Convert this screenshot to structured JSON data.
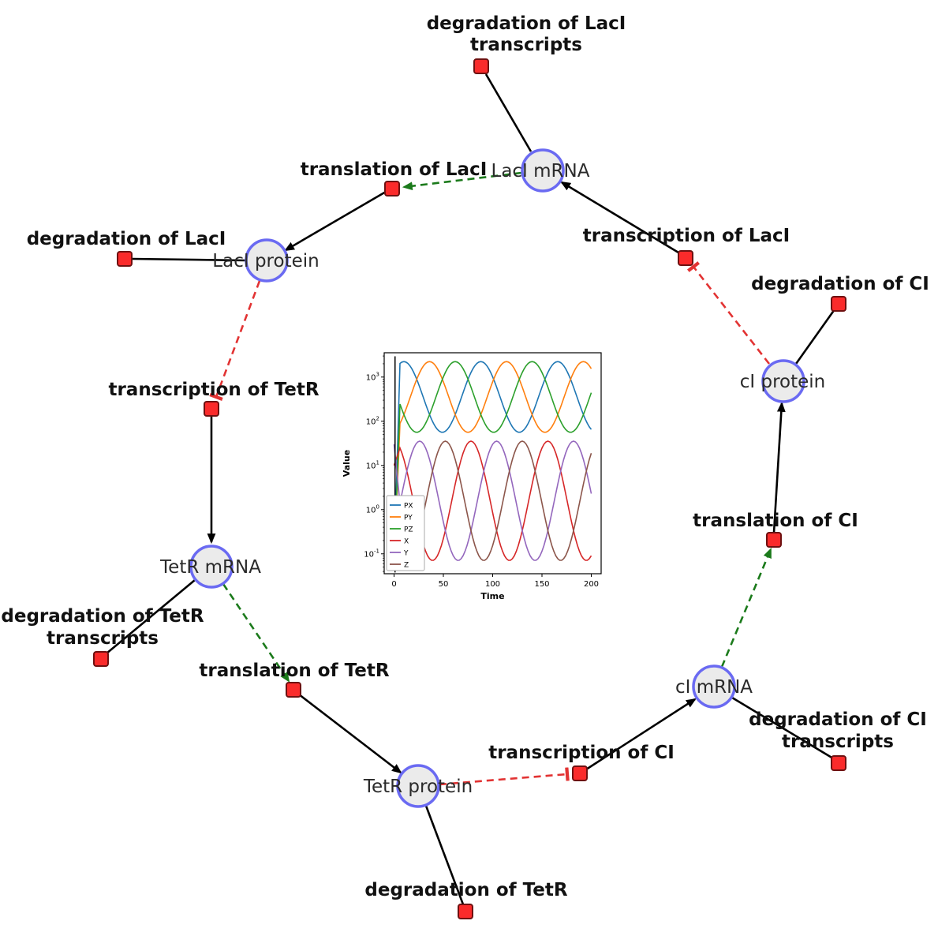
{
  "network": {
    "species": [
      {
        "id": "laci-mrna",
        "label": "LacI mRNA"
      },
      {
        "id": "laci-protein",
        "label": "LacI protein"
      },
      {
        "id": "tetr-mrna",
        "label": "TetR mRNA"
      },
      {
        "id": "tetr-protein",
        "label": "TetR protein"
      },
      {
        "id": "ci-mrna",
        "label": "cI mRNA"
      },
      {
        "id": "ci-protein",
        "label": "cI protein"
      }
    ],
    "reactions": [
      {
        "id": "degradation-laci-transcripts",
        "line1": "degradation of LacI",
        "line2": "transcripts"
      },
      {
        "id": "translation-laci",
        "line1": "translation of LacI"
      },
      {
        "id": "transcription-laci",
        "line1": "transcription of LacI"
      },
      {
        "id": "degradation-laci",
        "line1": "degradation of LacI"
      },
      {
        "id": "degradation-ci",
        "line1": "degradation of CI"
      },
      {
        "id": "transcription-tetr",
        "line1": "transcription of TetR"
      },
      {
        "id": "translation-ci",
        "line1": "translation of CI"
      },
      {
        "id": "degradation-tetr-transcripts",
        "line1": "degradation of TetR",
        "line2": "transcripts"
      },
      {
        "id": "translation-tetr",
        "line1": "translation of TetR"
      },
      {
        "id": "transcription-ci",
        "line1": "transcription of CI"
      },
      {
        "id": "degradation-ci-transcripts",
        "line1": "degradation of CI",
        "line2": "transcripts"
      },
      {
        "id": "degradation-tetr",
        "line1": "degradation of TetR"
      }
    ],
    "colors": {
      "species_fill": "#ebebeb",
      "species_stroke": "#6a6af2",
      "reaction_fill": "#fa2b2a",
      "reaction_stroke": "#6e1111",
      "edge": "#000000",
      "activation": "#1b7a1b",
      "inhibition": "#e23333"
    }
  },
  "chart_data": {
    "type": "line",
    "title": "",
    "xlabel": "Time",
    "ylabel": "Value",
    "xlim": [
      -10,
      210
    ],
    "x_ticks": [
      0,
      50,
      100,
      150,
      200
    ],
    "y_tick_exponents": [
      -1,
      0,
      1,
      2,
      3
    ],
    "log_ylim": [
      -1.45,
      3.55
    ],
    "yscale": "log",
    "grid": false,
    "legend_position": "lower left",
    "period": 78,
    "t_end": 200,
    "sample_step": 2,
    "settle_time": 6,
    "transient_line_t": 1,
    "series": [
      {
        "name": "PX",
        "color": "#1f77b4",
        "log_mid": 2.55,
        "log_amp": 0.8,
        "peak_t": 88,
        "start_value": 0.05
      },
      {
        "name": "PY",
        "color": "#ff7f0e",
        "log_mid": 2.55,
        "log_amp": 0.8,
        "peak_t": 36,
        "start_value": 0.05
      },
      {
        "name": "PZ",
        "color": "#2ca02c",
        "log_mid": 2.55,
        "log_amp": 0.8,
        "peak_t": 62,
        "start_value": 0.05
      },
      {
        "name": "X",
        "color": "#d62728",
        "log_mid": 0.2,
        "log_amp": 1.35,
        "peak_t": 78,
        "start_value": 10
      },
      {
        "name": "Y",
        "color": "#9467bd",
        "log_mid": 0.2,
        "log_amp": 1.35,
        "peak_t": 26,
        "start_value": 30
      },
      {
        "name": "Z",
        "color": "#8c564b",
        "log_mid": 0.2,
        "log_amp": 1.35,
        "peak_t": 52,
        "start_value": 0.05
      }
    ]
  }
}
